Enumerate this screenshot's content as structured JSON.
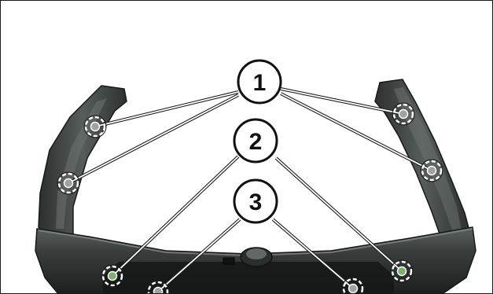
{
  "callouts": [
    {
      "label": "1"
    },
    {
      "label": "2"
    },
    {
      "label": "3"
    }
  ],
  "colors": {
    "frame": "#1a1a1a",
    "part": "#3b3f3e",
    "part_dark": "#1e2221",
    "part_light": "#6a706e",
    "leader": "#ffffff",
    "leader_outline": "#202020",
    "marker_green": "#7fb069"
  },
  "icons": {
    "fastener_marker": "dashed-circle-fastener-icon"
  }
}
